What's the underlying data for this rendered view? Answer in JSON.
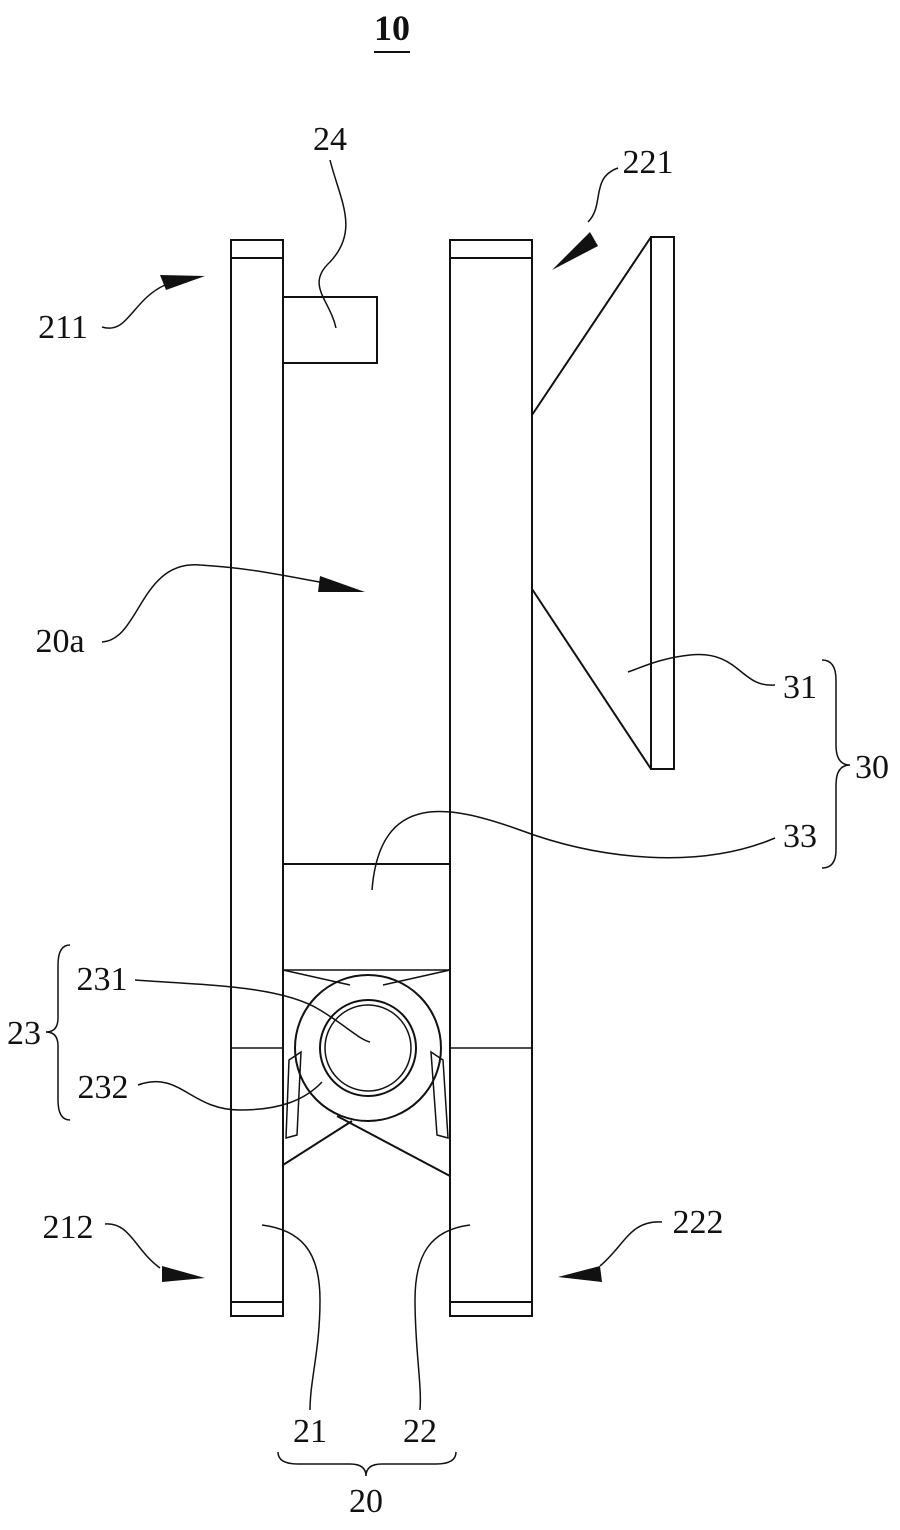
{
  "figure": {
    "title": "10",
    "labels": {
      "l24": "24",
      "l221": "221",
      "l211": "211",
      "l20a": "20a",
      "l31": "31",
      "l30": "30",
      "l33": "33",
      "l231": "231",
      "l23": "23",
      "l232": "232",
      "l212": "212",
      "l222": "222",
      "l21": "21",
      "l22": "22",
      "l20": "20"
    }
  }
}
